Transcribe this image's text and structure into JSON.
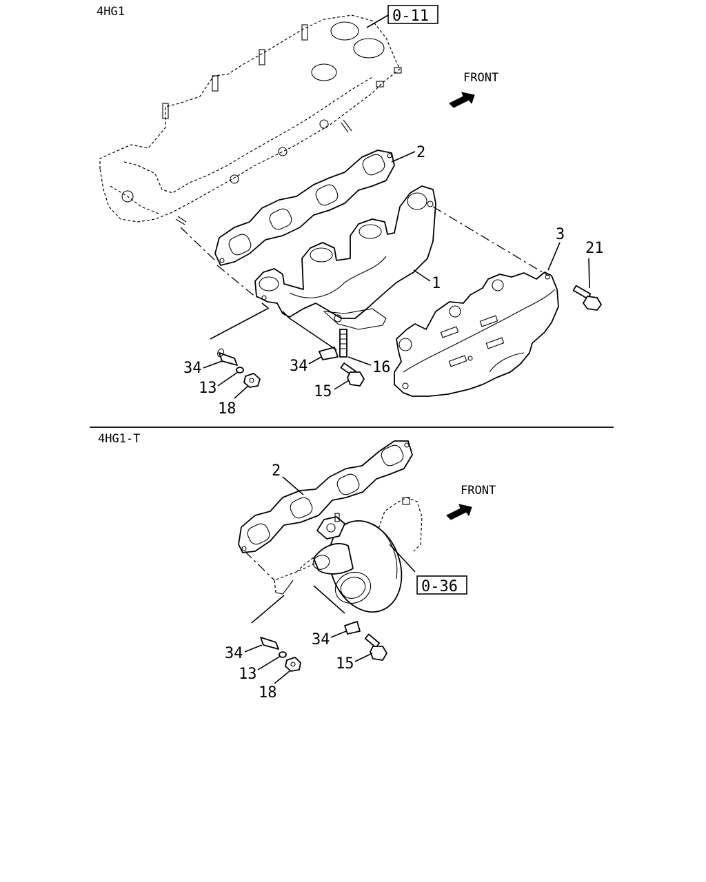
{
  "sections": [
    {
      "name": "4HG1",
      "front_label": "FRONT",
      "ref_box": "0-11",
      "callouts": [
        "2",
        "1",
        "3",
        "21",
        "34",
        "13",
        "18",
        "34",
        "15",
        "16"
      ]
    },
    {
      "name": "4HG1-T",
      "front_label": "FRONT",
      "ref_box": "0-36",
      "callouts": [
        "2",
        "34",
        "13",
        "18",
        "34",
        "15"
      ]
    }
  ],
  "icons": [
    "front-arrow-icon"
  ]
}
